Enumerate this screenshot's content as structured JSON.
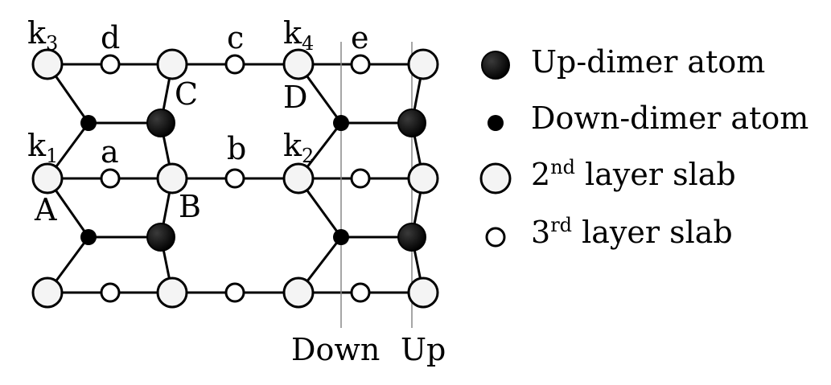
{
  "labels": {
    "k3_base": "k",
    "k3_sub": "3",
    "k4_base": "k",
    "k4_sub": "4",
    "k1_base": "k",
    "k1_sub": "1",
    "k2_base": "k",
    "k2_sub": "2",
    "d": "d",
    "c": "c",
    "e": "e",
    "a": "a",
    "b": "b",
    "A": "A",
    "B": "B",
    "C": "C",
    "D": "D",
    "down": "Down",
    "up": "Up"
  },
  "legend": {
    "up_dimer": "Up-dimer atom",
    "down_dimer": "Down-dimer atom",
    "layer2_sup": "nd",
    "layer2_num": "2",
    "layer2_rest": " layer slab",
    "layer3_sup": "rd",
    "layer3_num": "3",
    "layer3_rest": " layer slab"
  },
  "colors": {
    "up_dimer_fill": "#000000",
    "second_layer_fill": "#f4f4f4",
    "line": "#000000",
    "guide": "#888888"
  }
}
